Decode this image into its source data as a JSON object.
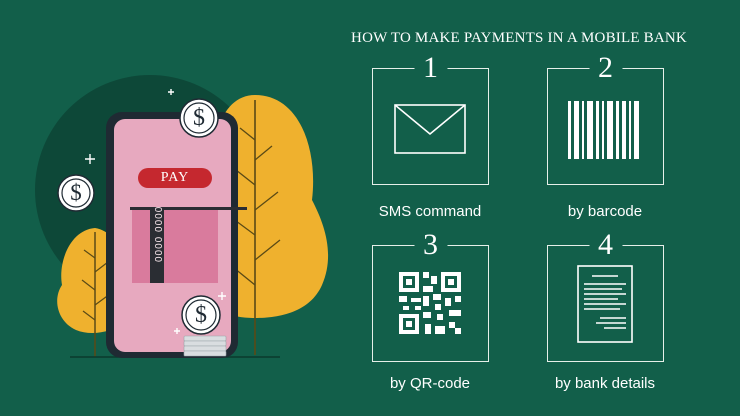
{
  "title": "HOW TO MAKE PAYMENTS IN A MOBILE BANK",
  "phone": {
    "pay_label": "PAY",
    "card_number": "0000 0000"
  },
  "coin_symbol": "$",
  "methods": [
    {
      "number": "1",
      "label": "SMS command",
      "icon": "envelope-icon"
    },
    {
      "number": "2",
      "label": "by barcode",
      "icon": "barcode-icon"
    },
    {
      "number": "3",
      "label": "by QR-code",
      "icon": "qr-code-icon"
    },
    {
      "number": "4",
      "label": "by bank details",
      "icon": "document-icon"
    }
  ],
  "colors": {
    "background": "#125f4a",
    "dark_circle": "#0d4838",
    "phone_screen": "#e7a9bf",
    "pay_button": "#c5282f",
    "tree": "#efb12e"
  }
}
